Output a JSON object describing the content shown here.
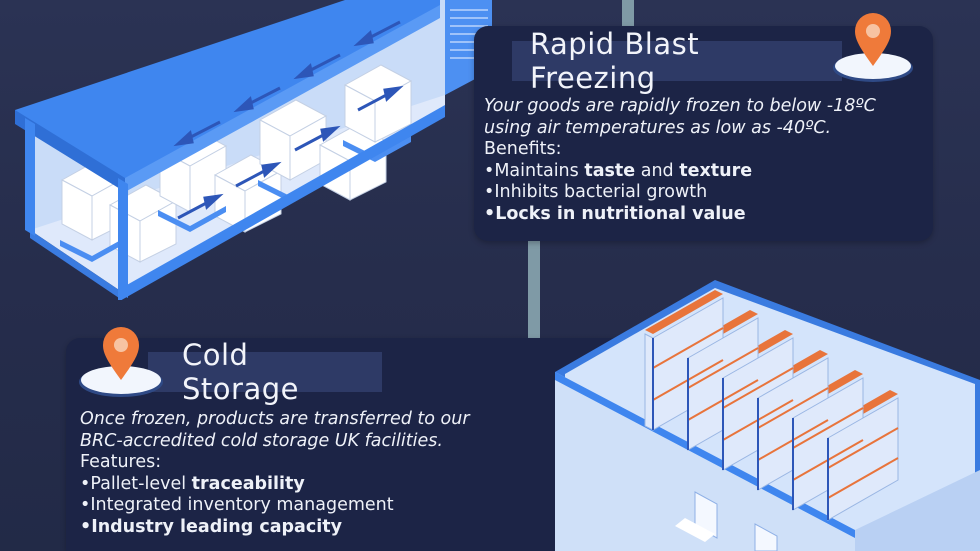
{
  "freezing": {
    "title": "Rapid Blast Freezing",
    "intro_line1": "Your goods are rapidly frozen to below -18ºC",
    "intro_line2": "using air temperatures as low as -40ºC.",
    "list_heading": "Benefits:",
    "item1_pre": "Maintains ",
    "item1_b1": "taste",
    "item1_mid": " and ",
    "item1_b2": "texture",
    "item2": "Inhibits bacterial growth",
    "item3": "Locks in nutritional value"
  },
  "storage": {
    "title": "Cold Storage",
    "intro_line1": "Once frozen, products are transferred to our",
    "intro_line2": "BRC-accredited cold storage UK facilities.",
    "list_heading": "Features:",
    "item1_pre": "Pallet-level ",
    "item1_b": "traceability",
    "item2": "Integrated inventory management",
    "item3": "Industry leading capacity"
  },
  "bullet": "•",
  "colors": {
    "background": "#262d4c",
    "card": "#1c2446",
    "title_box": "#2e3a66",
    "connector": "#7f9aa6",
    "pin": "#ef7a3a",
    "container_blue": "#3f86ef",
    "shelf_orange": "#e8743b"
  },
  "icons": {
    "pin": "location-pin-icon",
    "arrow": "airflow-arrow-icon"
  }
}
